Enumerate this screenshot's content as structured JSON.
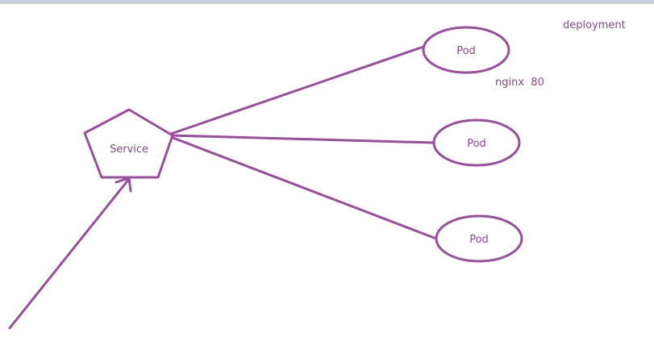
{
  "diagram": {
    "deployment_label": "deployment",
    "service_label": "Service",
    "annotation": "nginx  80",
    "pods": [
      {
        "label": "Pod"
      },
      {
        "label": "Pod"
      },
      {
        "label": "Pod"
      }
    ]
  },
  "colors": {
    "stroke": "#9b4d9f",
    "text": "#8a4691",
    "background": "#ffffff",
    "top_bar": "#c9cfdc"
  }
}
